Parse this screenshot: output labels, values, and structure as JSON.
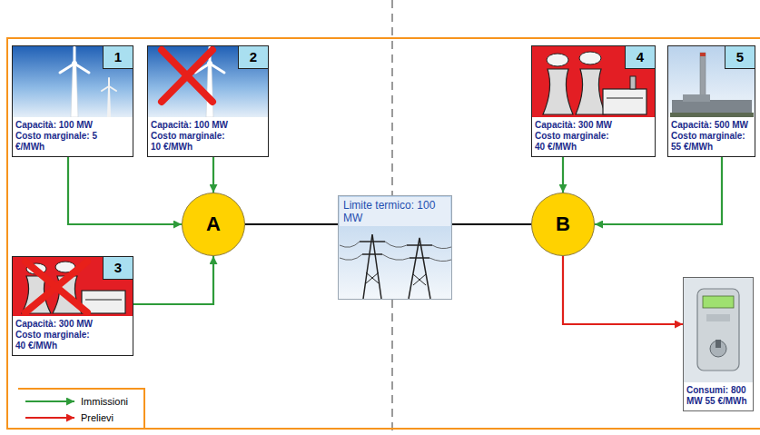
{
  "diagram": {
    "nodes": [
      {
        "text": [
          "1",
          "Capacità: 100 MW Costo marginale: 5 €/MWh"
        ]
      },
      {
        "text": [
          "2",
          "Capacità: 100 MW Costo marginale: 10 €/MWh"
        ]
      },
      {
        "text": [
          "4",
          "Capacità: 300 MW Costo marginale: 40 €/MWh"
        ]
      },
      {
        "text": [
          "5",
          "Capacità: 500 MW Costo marginale: 55 €/MWh"
        ]
      },
      {
        "text": [
          "A"
        ]
      },
      {
        "text": [
          "Limite termico: 100 MW"
        ]
      },
      {
        "text": [
          "B"
        ]
      },
      {
        "text": [
          "3",
          "Capacità: 300 MW Costo marginale: 40 €/MWh"
        ]
      },
      {
        "text": [
          "Consumi: 800 MW 55 €/MWh"
        ]
      }
    ],
    "edges": [
      {
        "from": 0,
        "to": 4,
        "arrow": "to"
      },
      {
        "from": 1,
        "to": 4,
        "arrow": "to"
      },
      {
        "from": 7,
        "to": 4,
        "arrow": "to"
      },
      {
        "from": 2,
        "to": 6,
        "arrow": "to"
      },
      {
        "from": 3,
        "to": 6,
        "arrow": "to"
      },
      {
        "from": 4,
        "to": 5,
        "arrow": "none"
      },
      {
        "from": 5,
        "to": 6,
        "arrow": "none"
      },
      {
        "from": 6,
        "to": 8,
        "arrow": "to"
      }
    ],
    "legend": [
      {
        "text": "Immissioni"
      },
      {
        "text": "Prelievi"
      }
    ]
  }
}
